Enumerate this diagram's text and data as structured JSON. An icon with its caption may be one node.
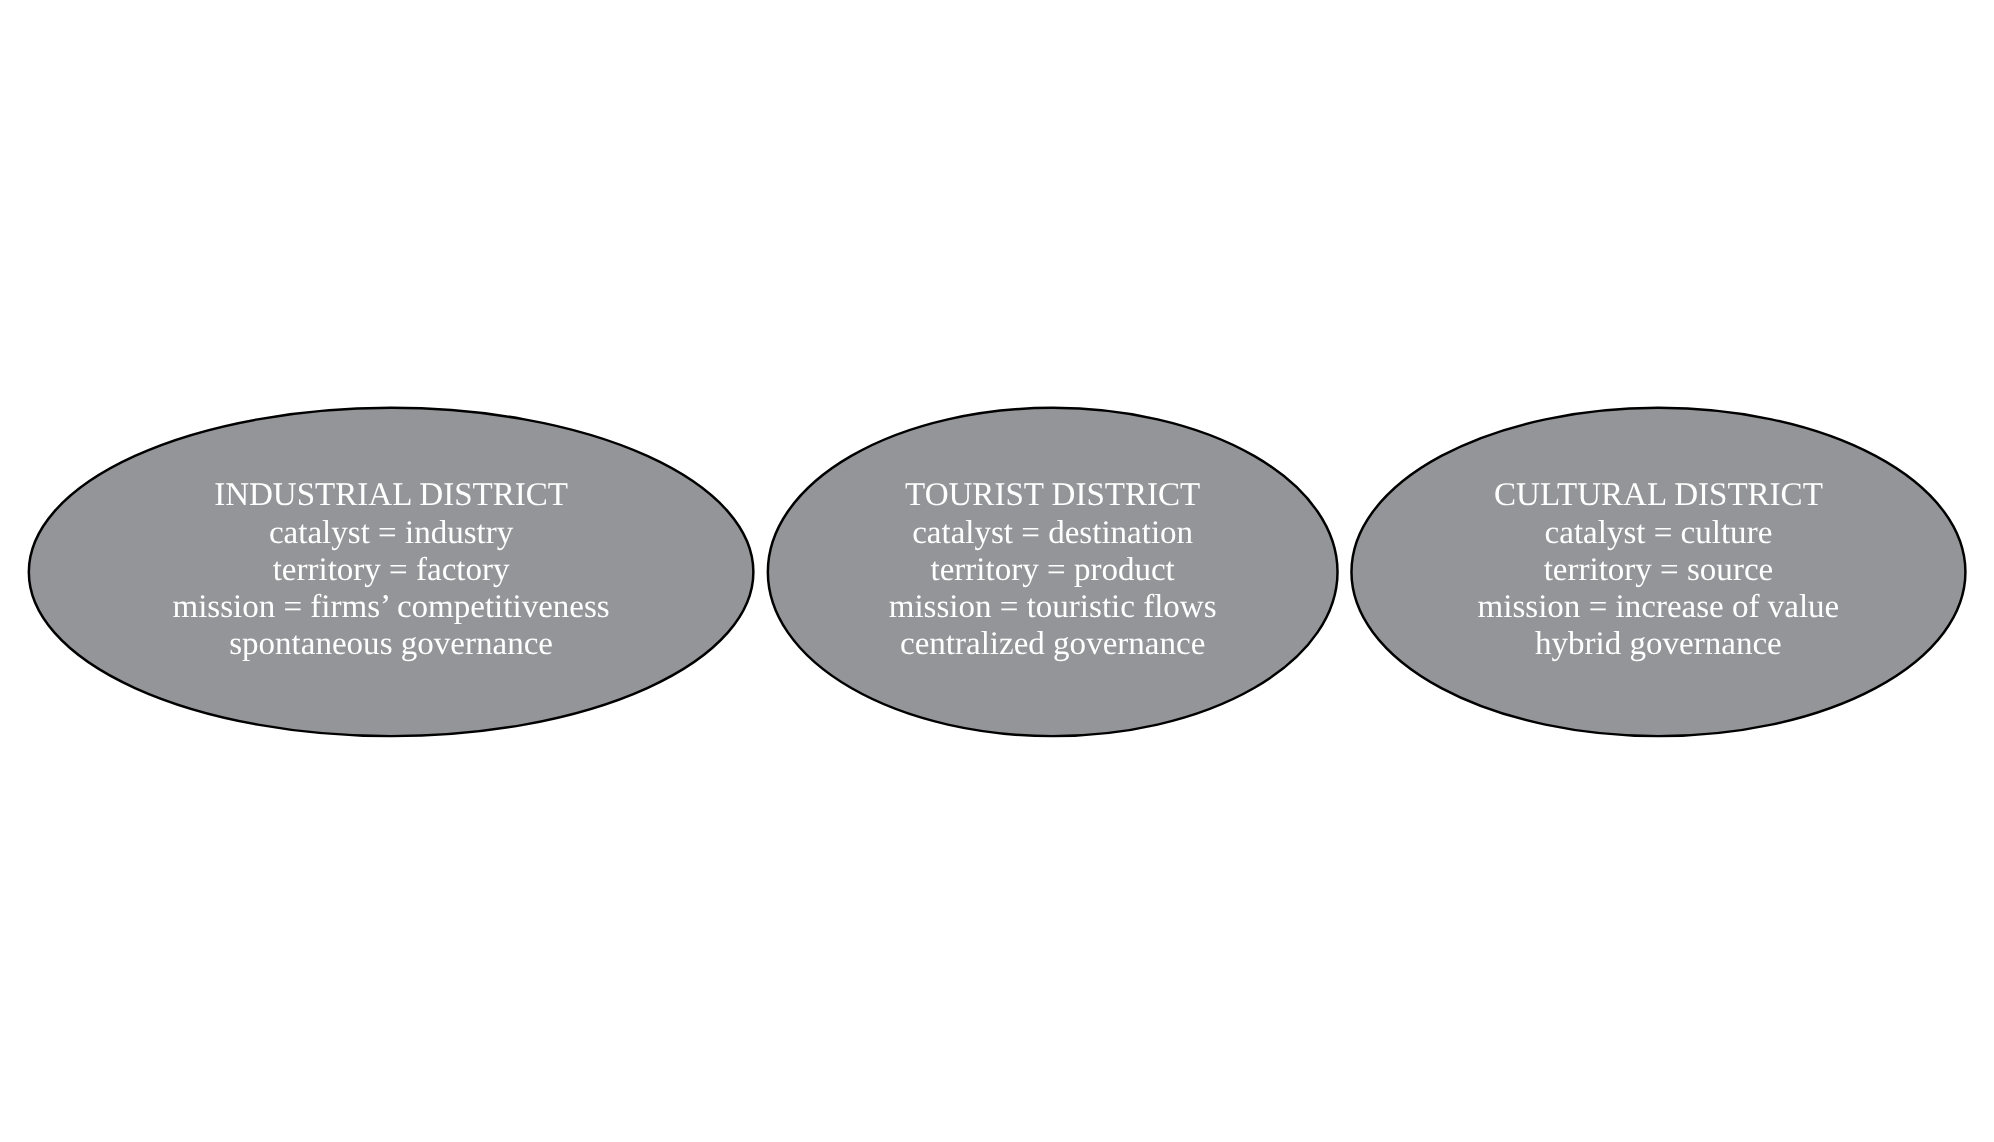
{
  "diagram": {
    "nodes": [
      {
        "text": [
          "INDUSTRIAL DISTRICT",
          "catalyst = industry",
          "territory = factory",
          "mission = firms’ competitiveness",
          "spontaneous governance"
        ]
      },
      {
        "text": [
          "TOURIST DISTRICT",
          "catalyst = destination",
          "territory = product",
          "mission = touristic flows",
          "centralized governance"
        ]
      },
      {
        "text": [
          "CULTURAL DISTRICT",
          "catalyst = culture",
          "territory = source",
          "mission = increase of value",
          "hybrid governance"
        ]
      }
    ]
  }
}
